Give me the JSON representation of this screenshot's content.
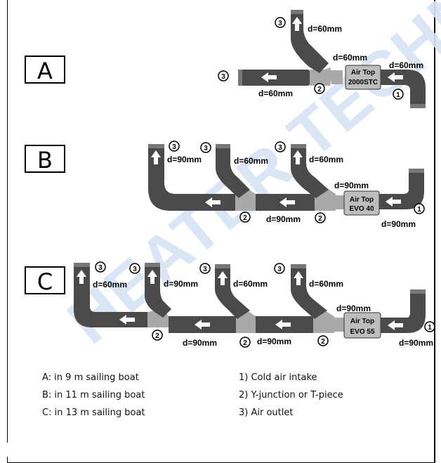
{
  "watermark": "HEATER TECHNIC",
  "configs": [
    {
      "letter": "A"
    },
    {
      "letter": "B"
    },
    {
      "letter": "C"
    }
  ],
  "labels": {
    "d60": "d=60mm",
    "d90": "d=90mm",
    "num1": "1",
    "num2": "2",
    "num3": "3"
  },
  "heaters": {
    "a": [
      "Air Top",
      "2000STC"
    ],
    "b": [
      "Air Top",
      "EVO 40"
    ],
    "c": [
      "Air Top",
      "EVO 55"
    ]
  },
  "legend_left": [
    "A: in 9 m sailing boat",
    "B: in 11 m sailing boat",
    "C: in 13 m sailing boat"
  ],
  "legend_right": [
    "1) Cold air intake",
    "2) Y-junction or T-piece",
    "3) Air outlet"
  ],
  "colors": {
    "duct": "#4a4a4a",
    "junction": "#a9a9a9",
    "heater": "#bdbdbd",
    "watermark": "#d6e3f5"
  }
}
